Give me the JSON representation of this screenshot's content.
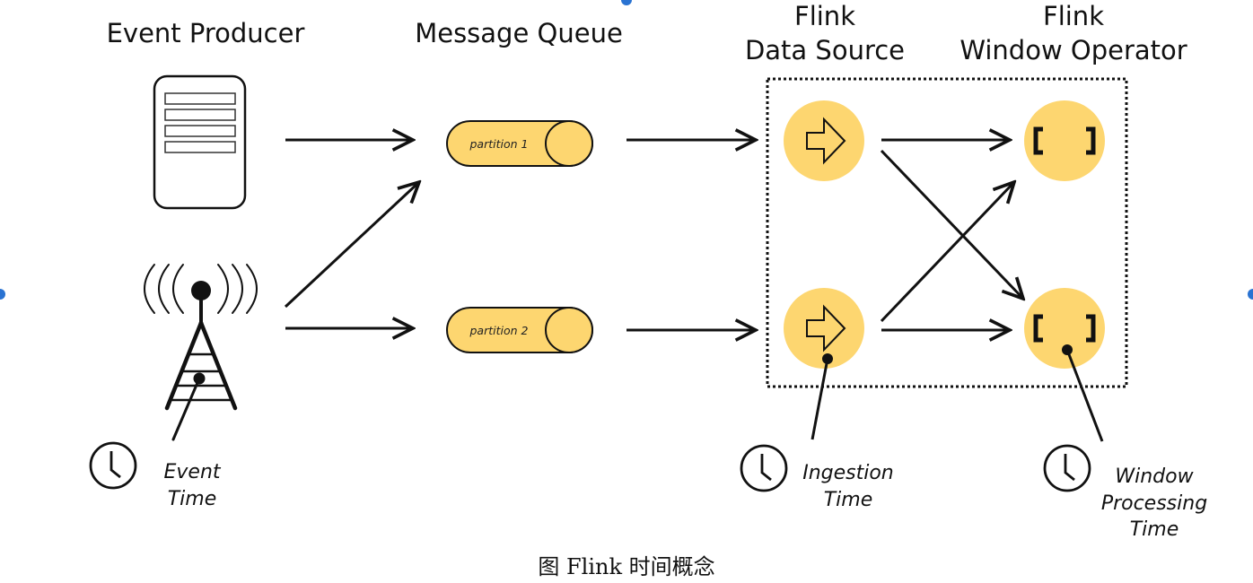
{
  "columns": {
    "event_producer": "Event Producer",
    "message_queue": "Message Queue",
    "data_source_line1": "Flink",
    "data_source_line2": "Data Source",
    "window_operator_line1": "Flink",
    "window_operator_line2": "Window Operator"
  },
  "partitions": [
    "partition 1",
    "partition 2"
  ],
  "time_labels": {
    "event": [
      "Event",
      "Time"
    ],
    "ingestion": [
      "Ingestion",
      "Time"
    ],
    "window_processing": [
      "Window",
      "Processing",
      "Time"
    ]
  },
  "caption": "图  Flink 时间概念",
  "colors": {
    "node_fill": "#fdd670",
    "stroke": "#111111",
    "selection_handle": "#2a73d2"
  }
}
